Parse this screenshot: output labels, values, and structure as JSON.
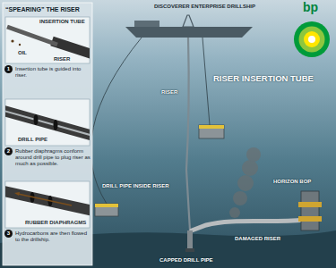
{
  "diagram": {
    "title": "RISER INSERTION TUBE",
    "nodes": [
      {
        "text": [
          "“SPEARING” THE RISER"
        ]
      },
      {
        "text": [
          "1",
          "Insertion tube is guided into riser."
        ],
        "in": 0
      },
      {
        "text": [
          "2",
          "Rubber diaphragms conform around drill pipe to plug riser as much as possible."
        ],
        "in": 0
      },
      {
        "text": [
          "3",
          "Hydrocarbons are then flowed to the drillship."
        ],
        "in": 0
      }
    ],
    "labels": [
      "INSERTION TUBE",
      "OIL",
      "RISER",
      "DRILL PIPE",
      "RUBBER DIAPHRAGMS",
      "DISCOVERER ENTERPRISE DRILLSHIP",
      "bp",
      "RISER",
      "DRILL PIPE INSIDE RISER",
      "HORIZON BOP",
      "DAMAGED RISER",
      "CAPPED DRILL PIPE"
    ]
  }
}
